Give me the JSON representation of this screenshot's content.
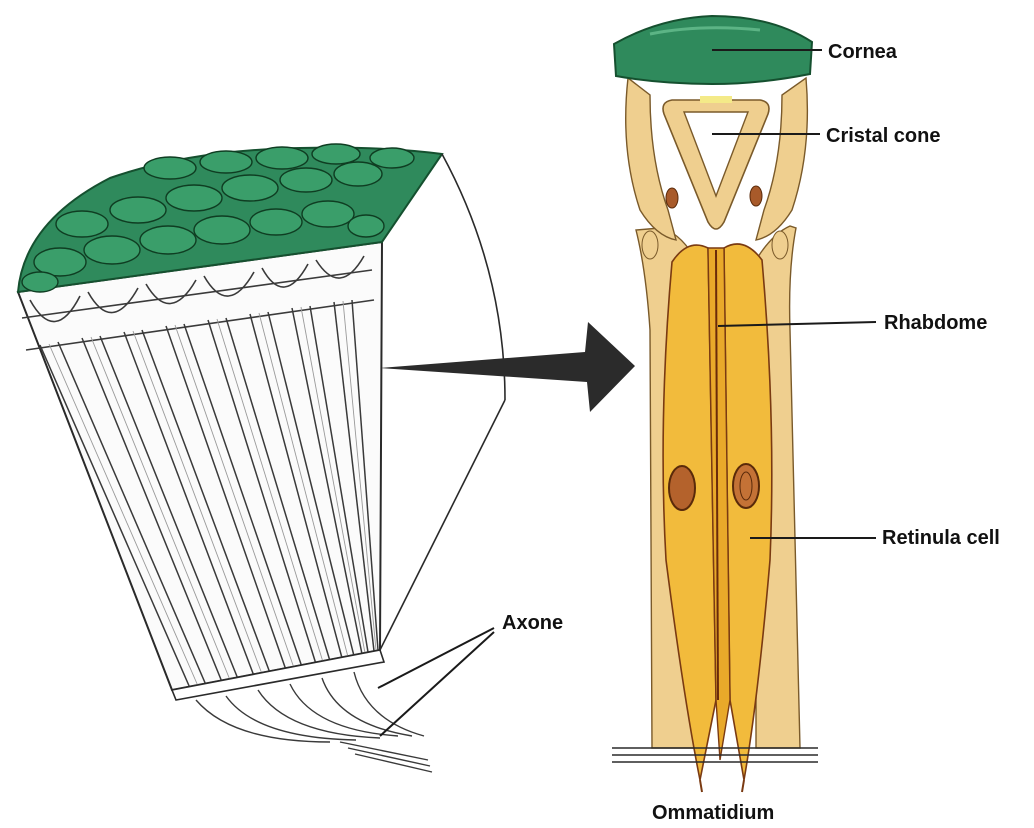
{
  "labels": {
    "cornea": "Cornea",
    "cristal_cone": "Cristal cone",
    "rhabdome": "Rhabdome",
    "retinula_cell": "Retinula cell",
    "axone": "Axone",
    "ommatidium": "Ommatidium"
  },
  "colors": {
    "cornea_green": "#2f8a5c",
    "cornea_dark": "#1d6a43",
    "cell_yellow": "#f2bb3c",
    "sheath_tan": "#efcf8f",
    "nucleus_brown": "#b4622c",
    "outline": "#2a2a2a",
    "arrow": "#2b2b2b"
  }
}
